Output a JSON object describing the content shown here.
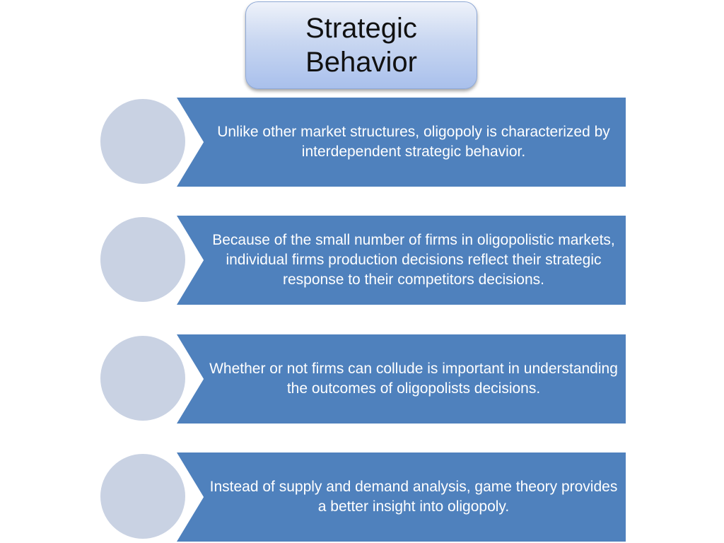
{
  "title": "Strategic\nBehavior",
  "items": [
    {
      "text": "Unlike other market structures, oligopoly is characterized by interdependent strategic behavior."
    },
    {
      "text": "Because of the small number of firms in oligopolistic markets, individual firms production decisions reflect their strategic response to their competitors decisions."
    },
    {
      "text": "Whether or not firms can collude is important in understanding the outcomes of oligopolists decisions."
    },
    {
      "text": "Instead of supply and demand analysis, game theory provides a better insight into oligopoly."
    }
  ],
  "colors": {
    "banner": "#4f81bd",
    "circle": "#c9d2e3",
    "title_box": "#c9d7f1"
  }
}
